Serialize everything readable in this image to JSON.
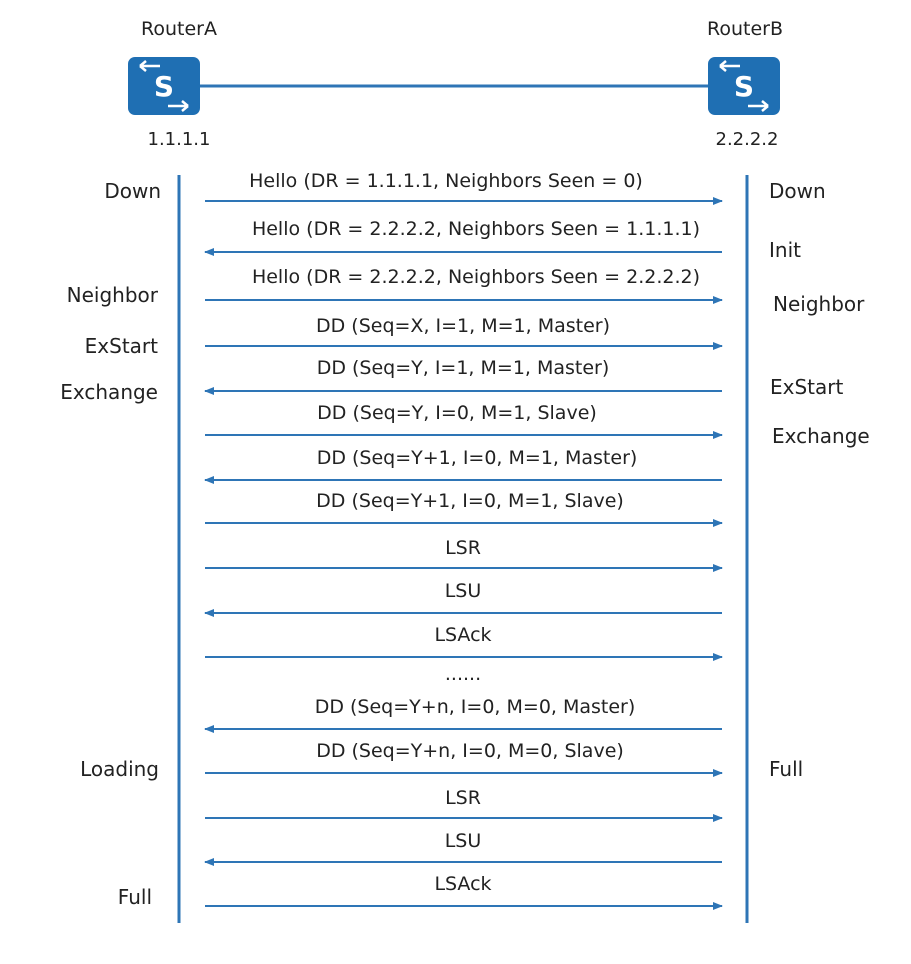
{
  "colors": {
    "line": "#2e75b6",
    "router_fill": "#1f6fb3",
    "text": "#222222"
  },
  "routers": [
    {
      "name": "RouterA",
      "ip": "1.1.1.1",
      "icon": "switch-icon",
      "icon_letter": "S"
    },
    {
      "name": "RouterB",
      "ip": "2.2.2.2",
      "icon": "switch-icon",
      "icon_letter": "S"
    }
  ],
  "states_a": [
    "Down",
    "Neighbor",
    "ExStart",
    "Exchange",
    "Loading",
    "Full"
  ],
  "states_b": [
    "Down",
    "Init",
    "Neighbor",
    "ExStart",
    "Exchange",
    "Full"
  ],
  "messages": [
    {
      "label": "Hello (DR = 1.1.1.1, Neighbors Seen = 0)",
      "direction": "A-to-B"
    },
    {
      "label": "Hello (DR = 2.2.2.2, Neighbors Seen = 1.1.1.1)",
      "direction": "B-to-A"
    },
    {
      "label": "Hello (DR = 2.2.2.2, Neighbors Seen = 2.2.2.2)",
      "direction": "A-to-B"
    },
    {
      "label": "DD (Seq=X, I=1, M=1, Master)",
      "direction": "A-to-B"
    },
    {
      "label": "DD (Seq=Y, I=1, M=1, Master)",
      "direction": "B-to-A"
    },
    {
      "label": "DD (Seq=Y, I=0, M=1, Slave)",
      "direction": "A-to-B"
    },
    {
      "label": "DD (Seq=Y+1, I=0, M=1, Master)",
      "direction": "B-to-A"
    },
    {
      "label": "DD (Seq=Y+1, I=0, M=1, Slave)",
      "direction": "A-to-B"
    },
    {
      "label": "LSR",
      "direction": "A-to-B"
    },
    {
      "label": "LSU",
      "direction": "B-to-A"
    },
    {
      "label": "LSAck",
      "direction": "A-to-B"
    },
    {
      "label": "......",
      "direction": "none"
    },
    {
      "label": "DD (Seq=Y+n, I=0, M=0, Master)",
      "direction": "B-to-A"
    },
    {
      "label": "DD (Seq=Y+n, I=0, M=0, Slave)",
      "direction": "A-to-B"
    },
    {
      "label": "LSR",
      "direction": "A-to-B"
    },
    {
      "label": "LSU",
      "direction": "B-to-A"
    },
    {
      "label": "LSAck",
      "direction": "A-to-B"
    }
  ]
}
